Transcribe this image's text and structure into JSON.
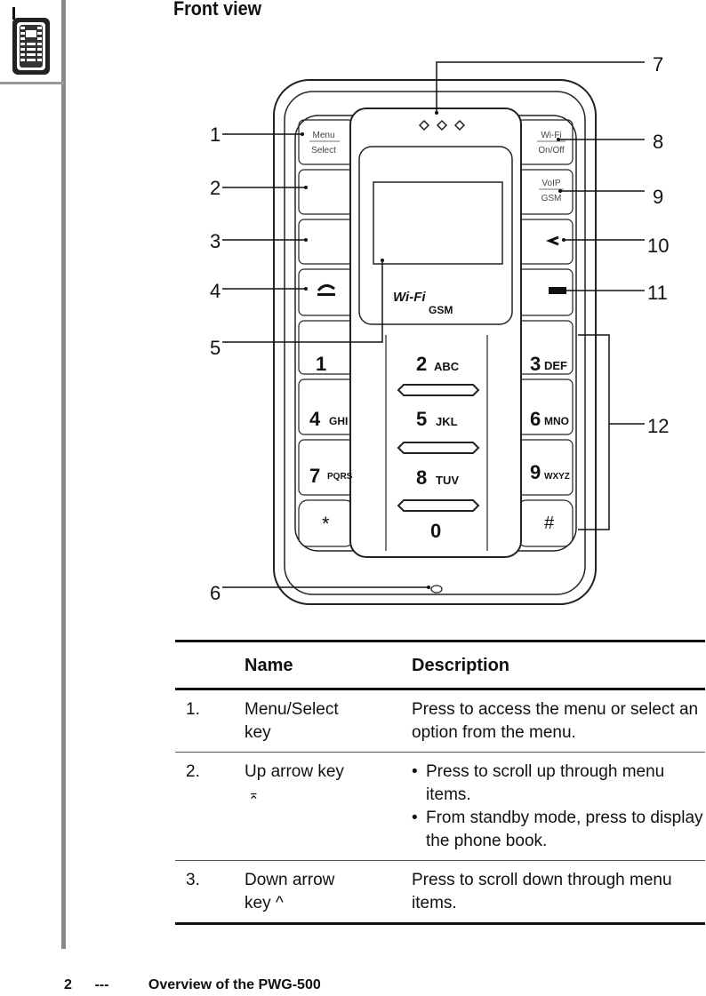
{
  "page": {
    "heading": "Front view"
  },
  "diagram": {
    "keys": {
      "menu_select_top": "Menu",
      "menu_select_bottom": "Select",
      "wifi_top": "Wi-Fi",
      "wifi_bottom": "On/Off",
      "voip_top": "VoIP",
      "voip_bottom": "GSM",
      "logo_top": "Wi-Fi",
      "logo_bottom": "GSM",
      "keypad": [
        {
          "digit": "1",
          "letters": ""
        },
        {
          "digit": "2",
          "letters": "ABC"
        },
        {
          "digit": "3",
          "letters": "DEF"
        },
        {
          "digit": "4",
          "letters": "GHI"
        },
        {
          "digit": "5",
          "letters": "JKL"
        },
        {
          "digit": "6",
          "letters": "MNO"
        },
        {
          "digit": "7",
          "letters": "PQRS"
        },
        {
          "digit": "8",
          "letters": "TUV"
        },
        {
          "digit": "9",
          "letters": "WXYZ"
        },
        {
          "digit": "*",
          "letters": ""
        },
        {
          "digit": "0",
          "letters": ""
        },
        {
          "digit": "#",
          "letters": ""
        }
      ]
    },
    "callouts": [
      "1",
      "2",
      "3",
      "4",
      "5",
      "6",
      "7",
      "8",
      "9",
      "10",
      "11",
      "12"
    ]
  },
  "table": {
    "headers": {
      "name": "Name",
      "description": "Description"
    },
    "rows": [
      {
        "num": "1.",
        "name": [
          "Menu/Select",
          "key"
        ],
        "description": [
          "Press to access the menu or select an option from the menu."
        ]
      },
      {
        "num": "2.",
        "name": [
          "Up arrow key",
          "⌅"
        ],
        "bullets": [
          "Press to scroll up through menu items.",
          "From standby mode, press to display the phone book."
        ]
      },
      {
        "num": "3.",
        "name": [
          "Down arrow",
          "key ^"
        ],
        "description": [
          "Press to scroll down through menu items."
        ]
      }
    ]
  },
  "footer": {
    "page_number": "2",
    "separator": "---",
    "title": "Overview of the PWG-500"
  }
}
